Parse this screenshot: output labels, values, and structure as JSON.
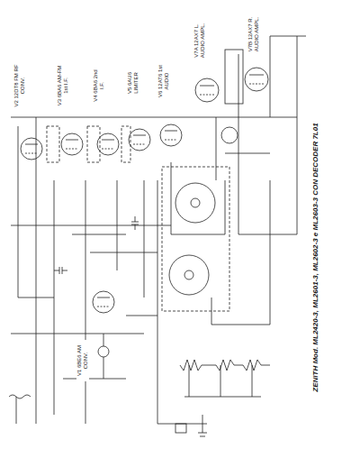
{
  "diagram": {
    "title": "ZENITH Mod. ML2420-3, ML2601-3, ML2602-3 e ML2603-3 CON DECODER 7L01",
    "labels": [
      "V2 12DT8 FM RF CONV.",
      "V3 6BA6 AM-FM 1st I.F.",
      "V4 6BA6 2nd I.F.",
      "V5 6AU6 LIMITER",
      "V6 12AT6 1st AUDIO",
      "V7A 12AX7 L. AUDIO AMPL.",
      "V7B 12AX7 R. AUDIO AMPL.",
      "V1 6BE6 AM CONV."
    ]
  }
}
